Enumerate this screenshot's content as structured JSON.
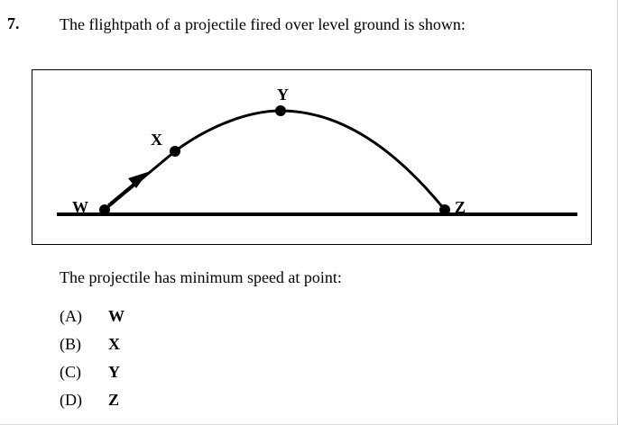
{
  "question": {
    "number": "7.",
    "stem": "The flightpath of a projectile fired over level ground is shown:",
    "prompt": "The projectile has minimum speed at point:"
  },
  "figure": {
    "points": {
      "w": "W",
      "x": "X",
      "y": "Y",
      "z": "Z"
    }
  },
  "options": [
    {
      "letter": "(A)",
      "answer": "W"
    },
    {
      "letter": "(B)",
      "answer": "X"
    },
    {
      "letter": "(C)",
      "answer": "Y"
    },
    {
      "letter": "(D)",
      "answer": "Z"
    }
  ]
}
